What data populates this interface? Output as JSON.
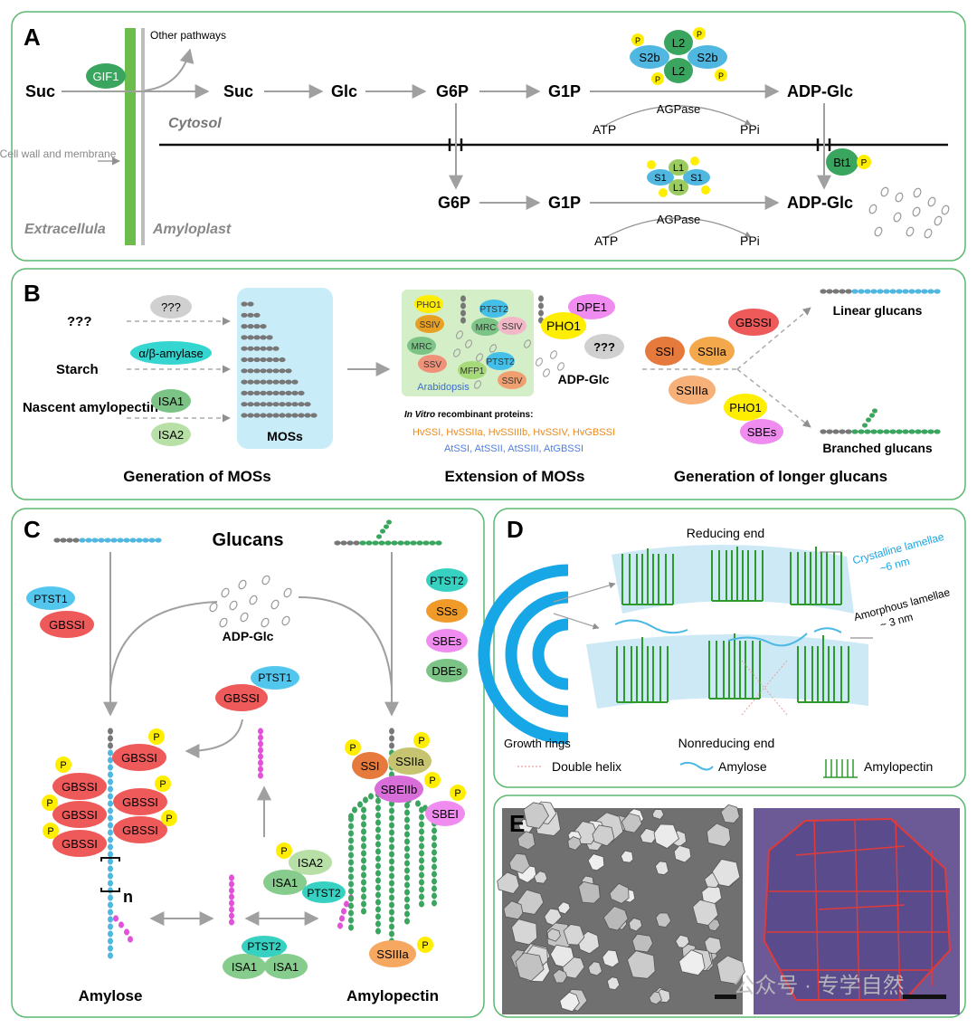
{
  "panelA": {
    "letter": "A",
    "suc_left": "Suc",
    "gif1": "GIF1",
    "other_pathways": "Other pathways",
    "cytosol_chain": [
      "Suc",
      "Glc",
      "G6P",
      "G1P",
      "ADP-Glc"
    ],
    "cytosol_label": "Cytosol",
    "cyt_enzyme": {
      "large": "L2",
      "small": "S2b",
      "p": "P"
    },
    "agpase": "AGPase",
    "atp": "ATP",
    "ppi": "PPi",
    "cell_wall": "Cell wall and membrane",
    "extracellula": "Extracellula",
    "amyloplast": "Amyloplast",
    "bt1": "Bt1",
    "amylo_chain": [
      "G6P",
      "G1P",
      "ADP-Glc"
    ],
    "amylo_enzyme": {
      "large": "L1",
      "small": "S1",
      "p": "P"
    }
  },
  "panelB": {
    "letter": "B",
    "sources": {
      "unknown": "???",
      "starch": "Starch",
      "nascent": "Nascent amylopectin"
    },
    "badges": {
      "unknown": "???",
      "amylase": "α/β-amylase",
      "isa1": "ISA1",
      "isa2": "ISA2"
    },
    "mos_label": "MOSs",
    "arabidopsis_enzymes": [
      "PHO1",
      "SSIV",
      "PTST2",
      "MRC",
      "SSIV",
      "MRC",
      "SSV",
      "MFP1",
      "PTST2",
      "SSIV"
    ],
    "arabidopsis": "Arabidopsis",
    "dpe1": "DPE1",
    "pho1": "PHO1",
    "unknown": "???",
    "adp_glc": "ADP-Glc",
    "in_vitro_italic": "In Vitro",
    "in_vitro_rest": " recombinant proteins:",
    "hv_list": "HvSSI, HvSSIIa, HvSSIIIb, HvSSIV, HvGBSSI",
    "at_list": "AtSSI, AtSSII, AtSSIII, AtGBSSI",
    "longer_enzymes": {
      "gbssi": "GBSSI",
      "ssi": "SSI",
      "ssiia": "SSIIa",
      "ssiiia": "SSIIIa",
      "pho1": "PHO1",
      "sbes": "SBEs"
    },
    "linear": "Linear glucans",
    "branched": "Branched glucans",
    "captions": [
      "Generation of MOSs",
      "Extension of MOSs",
      "Generation of longer glucans"
    ]
  },
  "panelC": {
    "letter": "C",
    "glucans": "Glucans",
    "ptst1": "PTST1",
    "gbssi": "GBSSI",
    "right_list": [
      "PTST2",
      "SSs",
      "SBEs",
      "DBEs"
    ],
    "adp_glc": "ADP-Glc",
    "p": "P",
    "n": "n",
    "ssi": "SSI",
    "ssiia": "SSIIa",
    "sbeiib": "SBEIIb",
    "sbei": "SBEI",
    "ssiiia": "SSIIIa",
    "isa1": "ISA1",
    "isa2": "ISA2",
    "ptst2": "PTST2",
    "amylose": "Amylose",
    "amylopectin": "Amylopectin"
  },
  "panelD": {
    "letter": "D",
    "reducing": "Reducing end",
    "crystalline": "Crystalline lamellae",
    "crystalline_size": "~6 nm",
    "amorphous": "Amorphous lamellae",
    "amorphous_size": "~ 3 nm",
    "growth_rings": "Growth rings",
    "nonreducing": "Nonreducing end",
    "double_helix": "Double helix",
    "amylose": "Amylose",
    "amylopectin": "Amylopectin"
  },
  "panelE": {
    "letter": "E",
    "watermark": "公众号 · 专学自然"
  },
  "colors": {
    "frame": "#5cb870",
    "arrow": "#a0a0a0",
    "glucose_blue": "#4fb7e0",
    "glucose_green": "#3aa55e",
    "gray_dot": "#8c8c8c",
    "magenta": "#e052d8",
    "gbssi": "#ee5a5a",
    "ptst1": "#53c6ee",
    "yellow_p": "#ffee00",
    "ss_orange": "#f09a55",
    "sbe_pink": "#f08cf0",
    "isa_green": "#86cc8c",
    "ptst2_teal": "#37d1c1",
    "dbe_green": "#7bc486",
    "lamella_blue": "#cde9f6",
    "cellwall_green": "#6dbd4e"
  }
}
